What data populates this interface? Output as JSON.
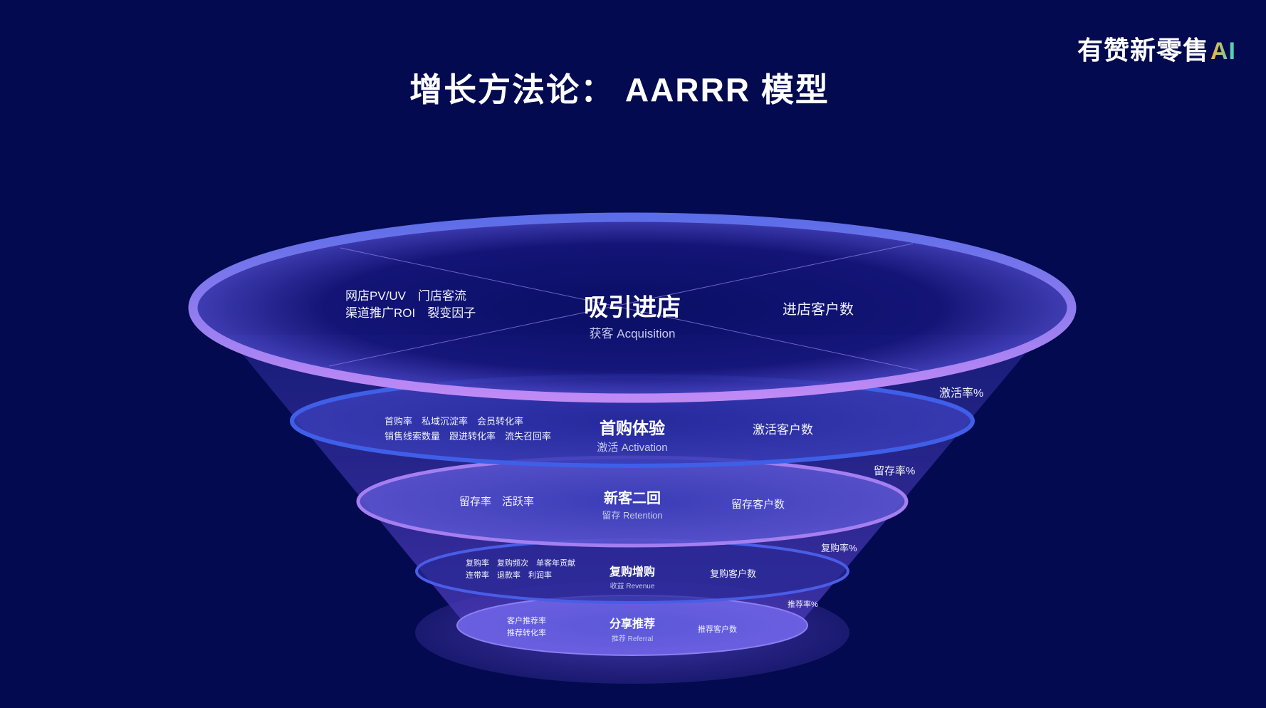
{
  "brand": {
    "name": "有赞新零售",
    "ai": "AI"
  },
  "title": "增长方法论： AARRR 模型",
  "stages": [
    {
      "name": "吸引进店",
      "sub": "获客 Acquisition",
      "metrics": [
        "网店PV/UV　门店客流",
        "渠道推广ROI　裂变因子"
      ],
      "result": "进店客户数"
    },
    {
      "name": "首购体验",
      "sub": "激活 Activation",
      "metrics": [
        "首购率　私域沉淀率　会员转化率",
        "销售线索数量　跟进转化率　流失召回率"
      ],
      "result": "激活客户数"
    },
    {
      "name": "新客二回",
      "sub": "留存 Retention",
      "metrics": [
        "留存率　活跃率"
      ],
      "result": "留存客户数"
    },
    {
      "name": "复购增购",
      "sub": "收益 Revenue",
      "metrics": [
        "复购率　复购频次　单客年贡献",
        "连带率　退款率　利润率"
      ],
      "result": "复购客户数"
    },
    {
      "name": "分享推荐",
      "sub": "推荐 Referral",
      "metrics": [
        "客户推荐率",
        "推荐转化率"
      ],
      "result": "推荐客户数"
    }
  ],
  "rates": [
    "激活率%",
    "留存率%",
    "复购率%",
    "推荐率%"
  ],
  "colors": {
    "background": "#030a4f",
    "ring_purple": "#b58af5",
    "ring_blue": "#3b5fe8"
  }
}
